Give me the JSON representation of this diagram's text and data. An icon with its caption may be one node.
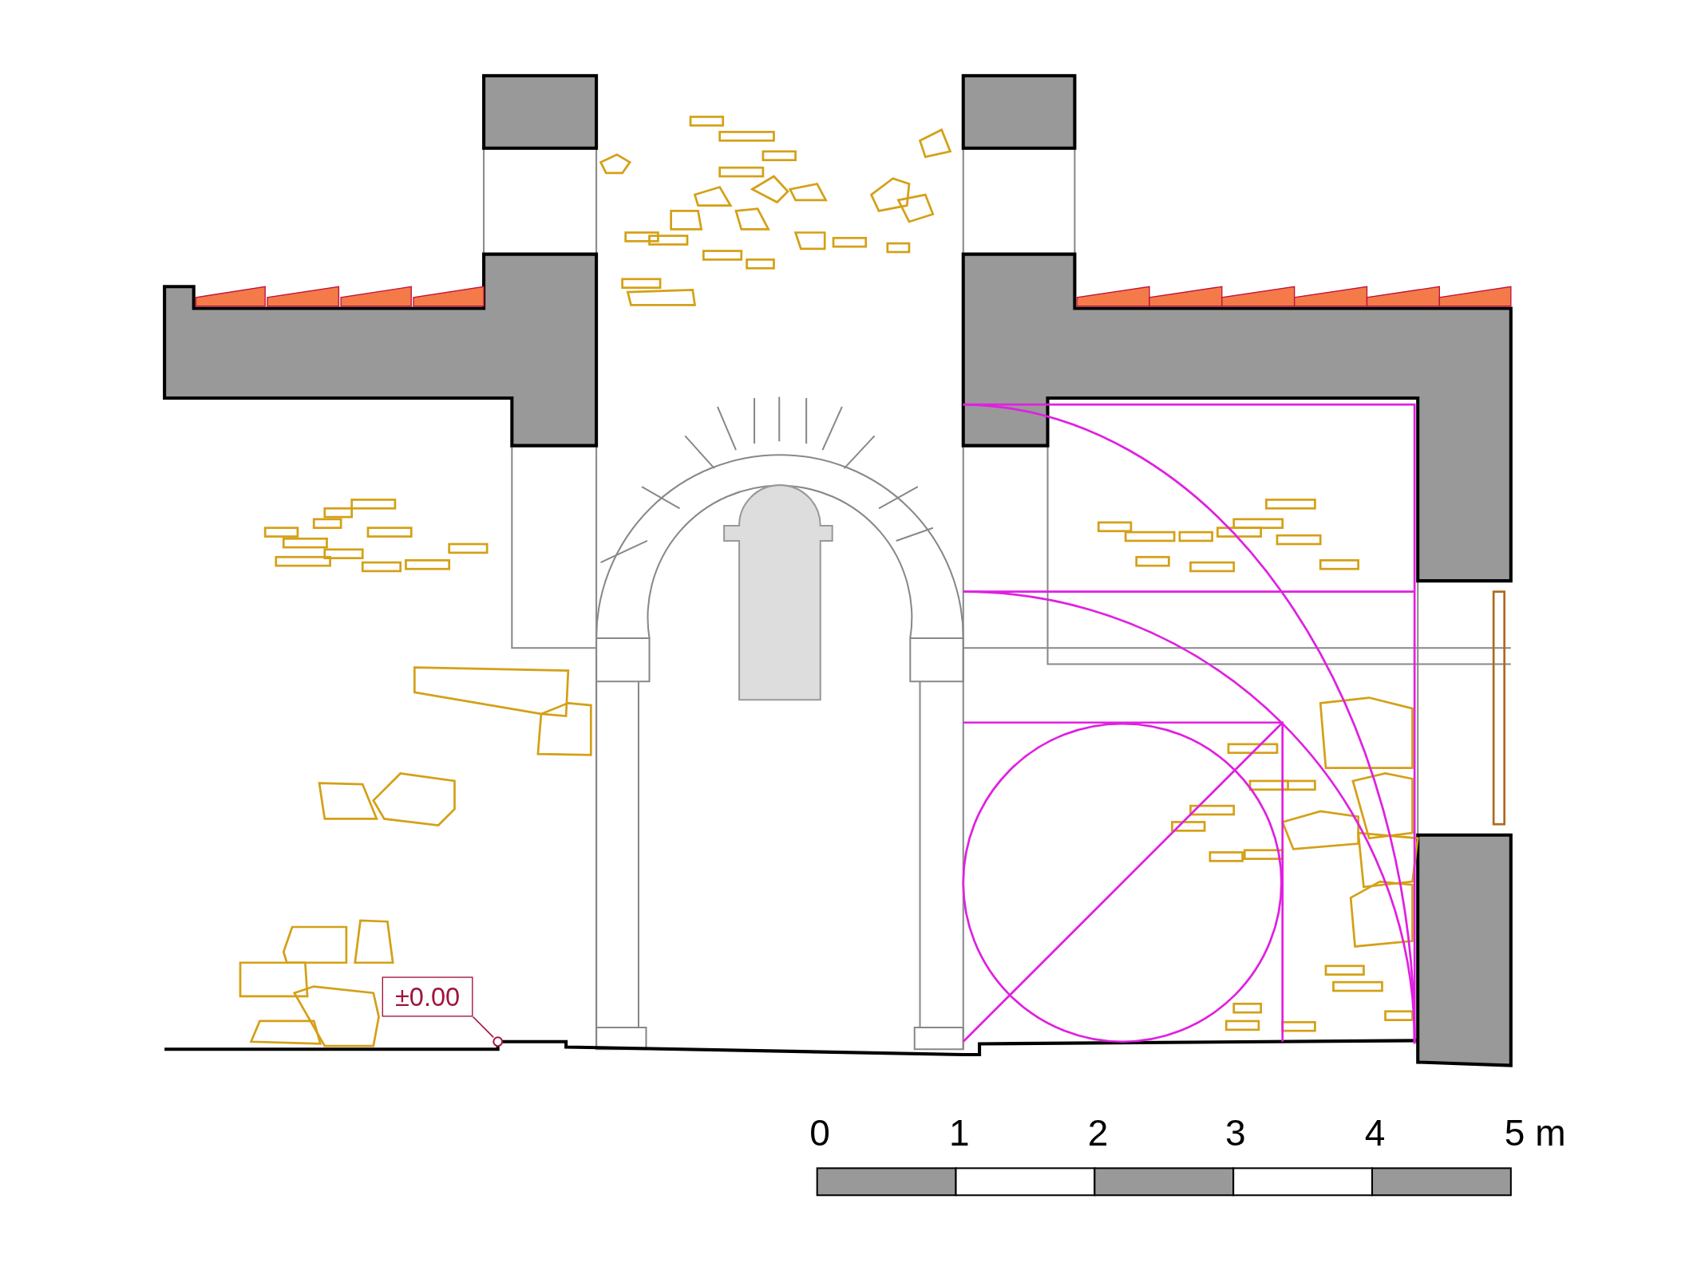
{
  "diagram": {
    "nodes": [
      {
        "text": [
          "±0.00"
        ]
      },
      {
        "text": [],
        "shape": "circle"
      }
    ],
    "edges": [
      {
        "from": 0,
        "to": 1,
        "arrow": "none"
      }
    ],
    "labels": [
      "0",
      "1",
      "2",
      "3",
      "4",
      "5 m"
    ]
  }
}
